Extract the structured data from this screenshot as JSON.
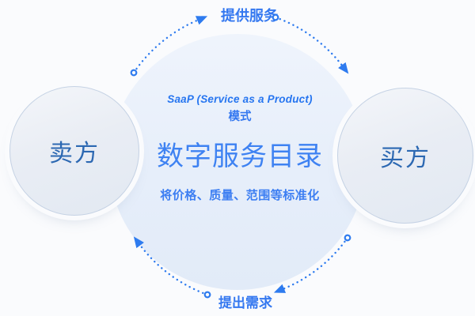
{
  "diagram": {
    "top_flow_label": "提供服务",
    "bottom_flow_label": "提出需求",
    "left_circle_label": "卖方",
    "right_circle_label": "买方",
    "center": {
      "subtitle_en": "SaaP (Service as a Product)",
      "subtitle_cn": "模式",
      "title": "数字服务目录",
      "description": "将价格、质量、范围等标准化"
    },
    "colors": {
      "accent_blue": "#2e7bef",
      "label_blue": "#3478f0",
      "title_blue": "#3e82f2",
      "side_label_blue": "#2c68b2",
      "center_circle_fill": "#e7eefa",
      "side_circle_fill": "#e9edf4",
      "side_circle_border": "#c5d2e4",
      "background": "#fafbfd"
    },
    "icons": [
      "arc-arrowhead-icon",
      "arc-node-circle-icon"
    ]
  }
}
